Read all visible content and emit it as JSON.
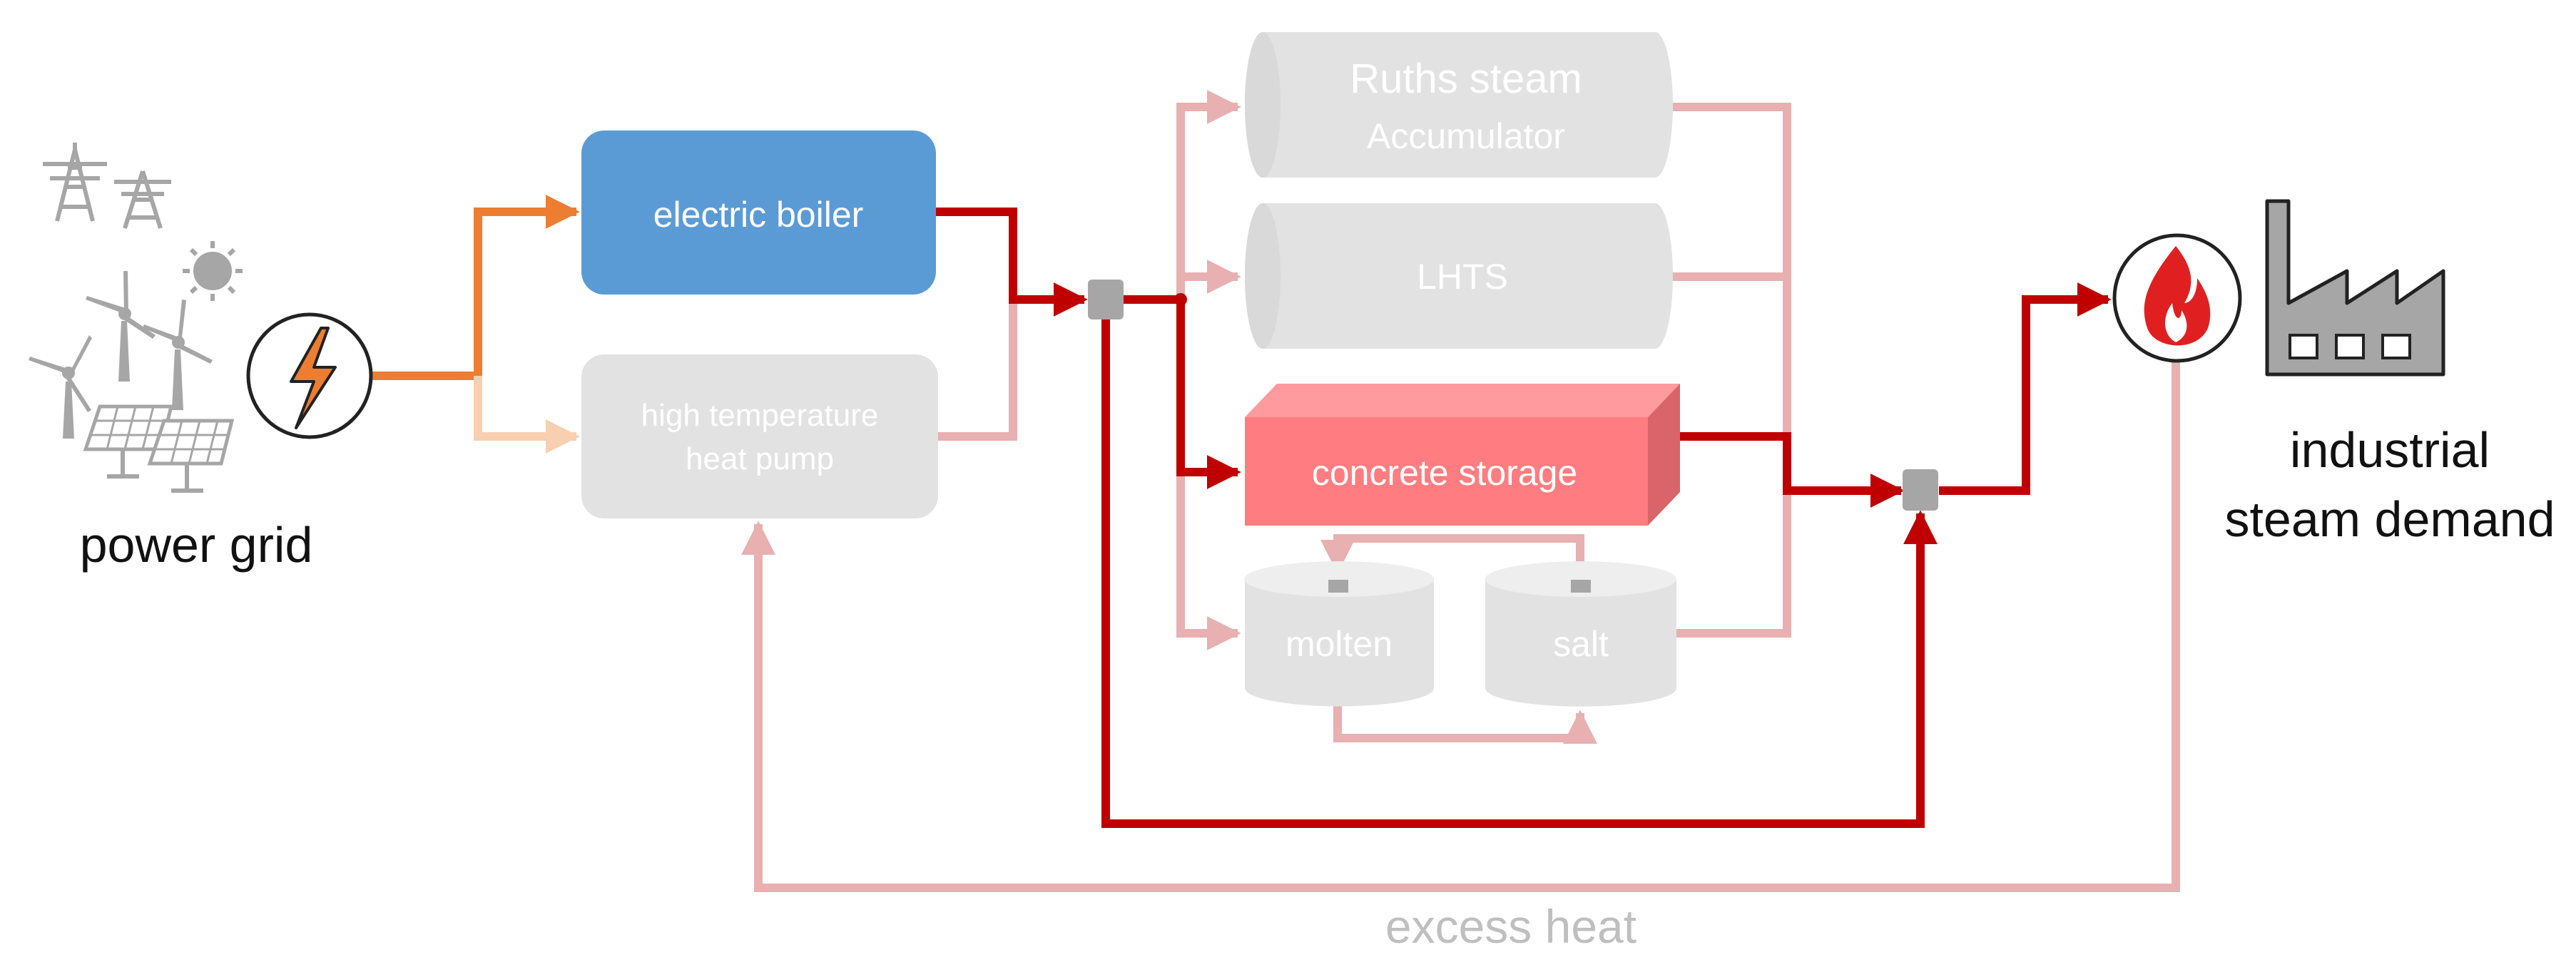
{
  "labels": {
    "power_grid": "power grid",
    "electric_boiler": "electric boiler",
    "heat_pump_line1": "high temperature",
    "heat_pump_line2": "heat pump",
    "ruths_line1": "Ruths steam",
    "ruths_line2": "Accumulator",
    "lhts": "LHTS",
    "concrete_storage": "concrete storage",
    "molten": "molten",
    "salt": "salt",
    "demand_line1": "industrial",
    "demand_line2": "steam demand",
    "excess_heat": "excess heat"
  },
  "colors": {
    "active_flow": "#c00000",
    "inactive_flow": "#e8b0b0",
    "power_flow": "#ed7d31",
    "power_flow_faded": "#f8cfb0",
    "boiler_fill": "#5b9bd5",
    "concrete_fill": "#ff7c80",
    "inactive_fill": "#e2e2e2",
    "inactive_text": "#ffffff",
    "node_gray": "#a6a6a6",
    "excess_text": "#bfbfbf"
  },
  "icons": {
    "grid": "power-grid-icon",
    "lightning": "lightning-bolt-icon",
    "flame": "flame-icon",
    "factory": "factory-icon"
  }
}
